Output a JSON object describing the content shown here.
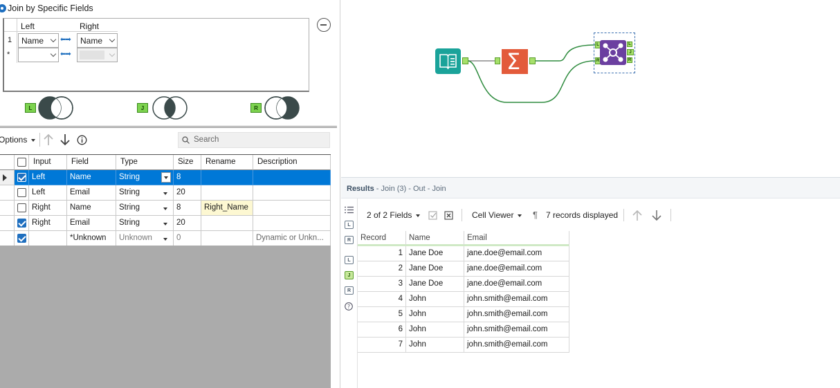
{
  "config": {
    "join_mode_label": "Join by Specific Fields",
    "keys": {
      "headers": {
        "left": "Left",
        "right": "Right"
      },
      "rows": [
        {
          "index": "1",
          "left": "Name",
          "right": "Name"
        },
        {
          "index": "*",
          "left": "",
          "right": ""
        }
      ]
    },
    "venn": [
      {
        "anchor": "L",
        "fill": "left"
      },
      {
        "anchor": "J",
        "fill": "middle"
      },
      {
        "anchor": "R",
        "fill": "right"
      }
    ]
  },
  "toolbar": {
    "options_label": "Options",
    "search_placeholder": "Search"
  },
  "fields_grid": {
    "headers": [
      "Input",
      "Field",
      "Type",
      "Size",
      "Rename",
      "Description"
    ],
    "rows": [
      {
        "checked": true,
        "input": "Left",
        "field": "Name",
        "type": "String",
        "size": "8",
        "rename": "",
        "description": "",
        "selected": true
      },
      {
        "checked": false,
        "input": "Left",
        "field": "Email",
        "type": "String",
        "size": "20",
        "rename": "",
        "description": ""
      },
      {
        "checked": false,
        "input": "Right",
        "field": "Name",
        "type": "String",
        "size": "8",
        "rename": "Right_Name",
        "description": ""
      },
      {
        "checked": true,
        "input": "Right",
        "field": "Email",
        "type": "String",
        "size": "20",
        "rename": "",
        "description": ""
      },
      {
        "checked": true,
        "input": "",
        "field": "*Unknown",
        "type": "Unknown",
        "size": "0",
        "rename": "",
        "description": "Dynamic or Unkn..."
      }
    ]
  },
  "canvas": {
    "tools": [
      {
        "name": "input-data-tool",
        "icon": "book-icon",
        "color": "#1aa39a"
      },
      {
        "name": "summarize-tool",
        "icon": "sigma-icon",
        "color": "#e35b3b"
      },
      {
        "name": "join-tool",
        "icon": "join-icon",
        "color": "#6b3fa0"
      }
    ],
    "join_ports": {
      "in_left": "L",
      "in_right": "R",
      "out_left": "L",
      "out_join": "J",
      "out_right": "R"
    }
  },
  "results": {
    "title": "Results",
    "subtitle": " - Join (3) - Out - Join",
    "fields_label": "2 of 2 Fields",
    "viewer_label": "Cell Viewer",
    "records_label": "7 records displayed",
    "rail_icons": [
      "L",
      "R",
      "L",
      "J",
      "R"
    ],
    "columns": [
      "Record",
      "Name",
      "Email"
    ],
    "rows": [
      {
        "record": "1",
        "name": "Jane Doe",
        "email": "jane.doe@email.com"
      },
      {
        "record": "2",
        "name": "Jane Doe",
        "email": "jane.doe@email.com"
      },
      {
        "record": "3",
        "name": "Jane Doe",
        "email": "jane.doe@email.com"
      },
      {
        "record": "4",
        "name": "John",
        "email": "john.smith@email.com"
      },
      {
        "record": "5",
        "name": "John",
        "email": "john.smith@email.com"
      },
      {
        "record": "6",
        "name": "John",
        "email": "john.smith@email.com"
      },
      {
        "record": "7",
        "name": "John",
        "email": "john.smith@email.com"
      }
    ]
  }
}
